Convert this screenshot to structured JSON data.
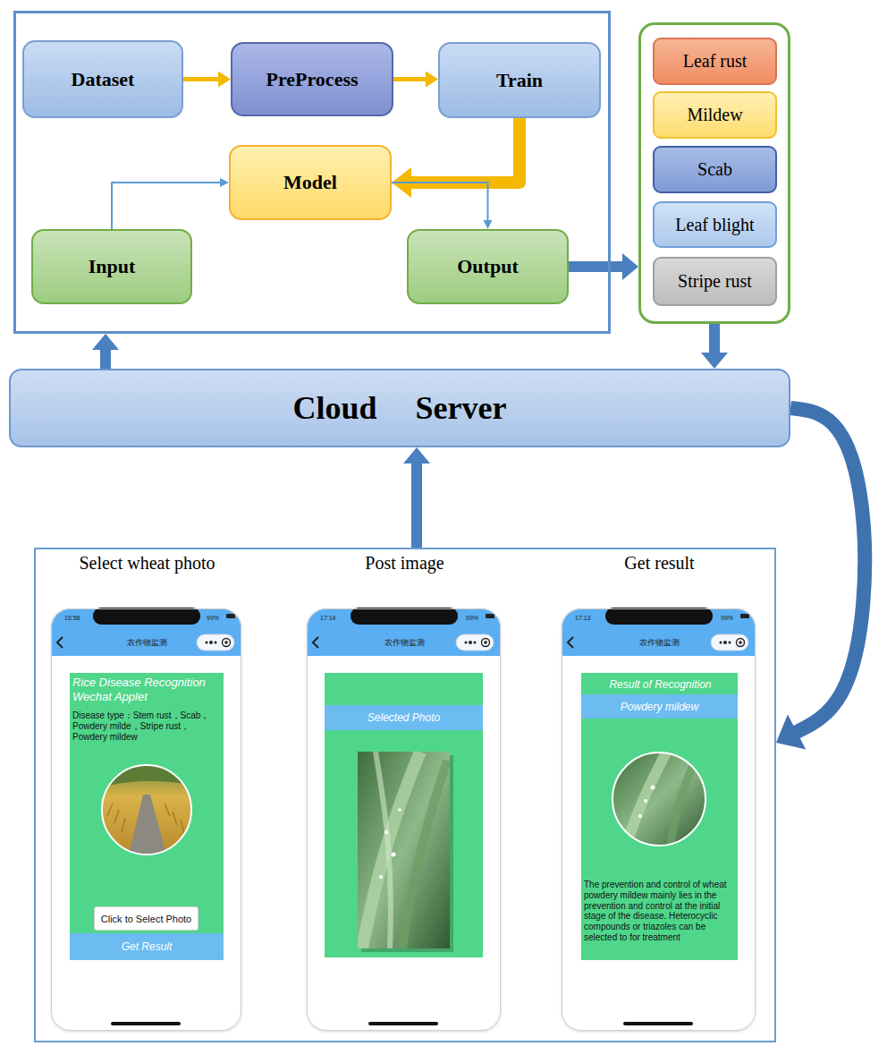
{
  "diagram": {
    "nodes": [
      {
        "text": []
      },
      {
        "text": [
          "Dataset"
        ],
        "in": 0
      },
      {
        "text": [
          "PreProcess"
        ],
        "in": 0
      },
      {
        "text": [
          "Train"
        ],
        "in": 0
      },
      {
        "text": [
          "Model"
        ],
        "in": 0
      },
      {
        "text": [
          "Input"
        ],
        "in": 0
      },
      {
        "text": [
          "Output"
        ],
        "in": 0
      },
      {
        "text": []
      },
      {
        "text": [
          "Leaf rust"
        ],
        "in": 7
      },
      {
        "text": [
          "Mildew"
        ],
        "in": 7
      },
      {
        "text": [
          "Scab"
        ],
        "in": 7
      },
      {
        "text": [
          "Leaf blight"
        ],
        "in": 7
      },
      {
        "text": [
          "Stripe rust"
        ],
        "in": 7
      },
      {
        "text": [
          "Cloud Server"
        ]
      },
      {
        "text": []
      },
      {
        "text": [
          "Select wheat photo",
          "16:58",
          "99%",
          "农作物监测",
          "Rice Disease Recognition Wechat Applet",
          "Disease type：Stem rust，Scab，Powdery milde，Stripe rust，Powdery mildew"
        ],
        "in": 14
      },
      {
        "text": [
          "Click to Select Photo"
        ],
        "in": 15
      },
      {
        "text": [
          "Get Result"
        ],
        "in": 15
      },
      {
        "text": [
          "Post image",
          "17:14",
          "99%",
          "农作物监测"
        ],
        "in": 14
      },
      {
        "text": [
          "Selected Photo"
        ],
        "in": 18
      },
      {
        "text": [
          "Get result",
          "17:13",
          "99%",
          "农作物监测",
          "Result of Recognition",
          "The prevention and control of wheat powdery mildew mainly lies in the prevention and control at the initial stage of the disease. Heterocyclic compounds or triazoles can be selected to for treatment"
        ],
        "in": 14
      },
      {
        "text": [
          "Powdery mildew"
        ],
        "in": 20
      }
    ],
    "edges": [
      {
        "from": 1,
        "to": 2,
        "arrow": "to"
      },
      {
        "from": 2,
        "to": 3,
        "arrow": "to"
      },
      {
        "from": 3,
        "to": 4,
        "arrow": "to"
      },
      {
        "from": 5,
        "to": 4,
        "arrow": "to"
      },
      {
        "from": 4,
        "to": 6,
        "arrow": "to"
      },
      {
        "from": 6,
        "to": 7,
        "arrow": "to"
      },
      {
        "from": 7,
        "to": 13,
        "arrow": "to"
      },
      {
        "from": 13,
        "to": 0,
        "arrow": "to"
      },
      {
        "from": 14,
        "to": 13,
        "arrow": "to"
      },
      {
        "from": 13,
        "to": 14,
        "arrow": "to"
      }
    ]
  }
}
